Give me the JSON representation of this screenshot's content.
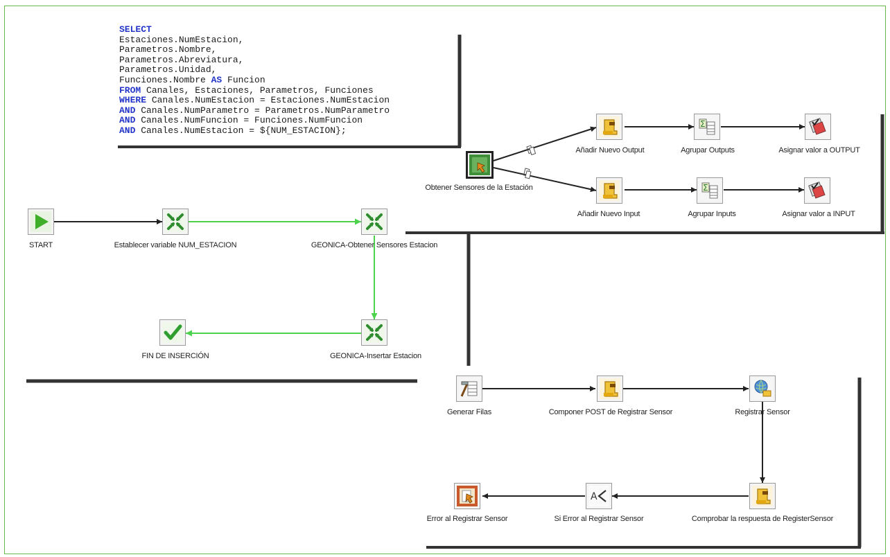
{
  "sql": {
    "lines": [
      [
        [
          "kw",
          "SELECT"
        ]
      ],
      [
        [
          "t",
          "Estaciones.NumEstacion,"
        ]
      ],
      [
        [
          "t",
          "Parametros.Nombre,"
        ]
      ],
      [
        [
          "t",
          "Parametros.Abreviatura,"
        ]
      ],
      [
        [
          "t",
          "Parametros.Unidad,"
        ]
      ],
      [
        [
          "t",
          "Funciones.Nombre "
        ],
        [
          "kw",
          "AS"
        ],
        [
          "t",
          " Funcion"
        ]
      ],
      [
        [
          "kw",
          "FROM"
        ],
        [
          "t",
          " Canales, Estaciones, Parametros, Funciones"
        ]
      ],
      [
        [
          "kw",
          "WHERE"
        ],
        [
          "t",
          " Canales.NumEstacion = Estaciones.NumEstacion"
        ]
      ],
      [
        [
          "kw",
          "AND"
        ],
        [
          "t",
          " Canales.NumParametro = Parametros.NumParametro"
        ]
      ],
      [
        [
          "kw",
          "AND"
        ],
        [
          "t",
          " Canales.NumFuncion = Funciones.NumFuncion"
        ]
      ],
      [
        [
          "kw",
          "AND"
        ],
        [
          "t",
          " Canales.NumEstacion = ${NUM_ESTACION};"
        ]
      ]
    ]
  },
  "job": {
    "start": {
      "label": "START",
      "icon": "play-icon"
    },
    "set_var": {
      "label": "Establecer variable NUM_ESTACION",
      "icon": "transformation-icon"
    },
    "get_sensors": {
      "label": "GEONICA-Obtener Sensores Estacion",
      "icon": "transformation-icon"
    },
    "insert_station": {
      "label": "GEONICA-Insertar Estacion",
      "icon": "transformation-icon"
    },
    "end": {
      "label": "FIN DE INSERCIÓN",
      "icon": "check-icon"
    }
  },
  "sensors_transform": {
    "get_sensors_step": {
      "label": "Obtener Sensores de la Estación",
      "icon": "table-input-icon"
    },
    "add_output": {
      "label": "Añadir Nuevo Output",
      "icon": "script-icon"
    },
    "group_outputs": {
      "label": "Agrupar Outputs",
      "icon": "group-by-icon"
    },
    "assign_output": {
      "label": "Asignar valor a OUTPUT",
      "icon": "set-variable-icon"
    },
    "add_input": {
      "label": "Añadir Nuevo Input",
      "icon": "script-icon"
    },
    "group_inputs": {
      "label": "Agrupar Inputs",
      "icon": "group-by-icon"
    },
    "assign_input": {
      "label": "Asignar valor a INPUT",
      "icon": "set-variable-icon"
    }
  },
  "register_transform": {
    "generate_rows": {
      "label": "Generar Filas",
      "icon": "generate-rows-icon"
    },
    "compose_post": {
      "label": "Componer POST de Registrar Sensor",
      "icon": "script-icon"
    },
    "register_sensor": {
      "label": "Registrar Sensor",
      "icon": "http-post-icon"
    },
    "check_response": {
      "label": "Comprobar la respuesta de RegisterSensor",
      "icon": "script-icon"
    },
    "if_error": {
      "label": "Si Error al Registrar Sensor",
      "icon": "filter-icon"
    },
    "error_register": {
      "label": "Error al Registrar Sensor",
      "icon": "error-icon"
    }
  },
  "colors": {
    "job_hop": "#4cd24c",
    "frame": "#66b84a",
    "sql_keyword": "#2436c9"
  }
}
